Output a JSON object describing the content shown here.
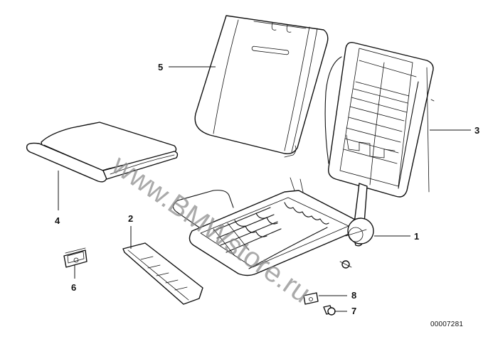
{
  "diagram": {
    "title": "Seat frame / upholstery parts diagram",
    "document_number": "00007281",
    "watermark": "www.BMWstore.ru",
    "callouts": [
      {
        "number": "1",
        "part": "seat-base-frame-with-hinge"
      },
      {
        "number": "2",
        "part": "trim-strip"
      },
      {
        "number": "3",
        "part": "backrest-frame"
      },
      {
        "number": "4",
        "part": "seat-cushion"
      },
      {
        "number": "5",
        "part": "backrest-upholstery"
      },
      {
        "number": "6",
        "part": "clip-nut"
      },
      {
        "number": "7",
        "part": "screw-bolt"
      },
      {
        "number": "8",
        "part": "clip"
      }
    ]
  }
}
